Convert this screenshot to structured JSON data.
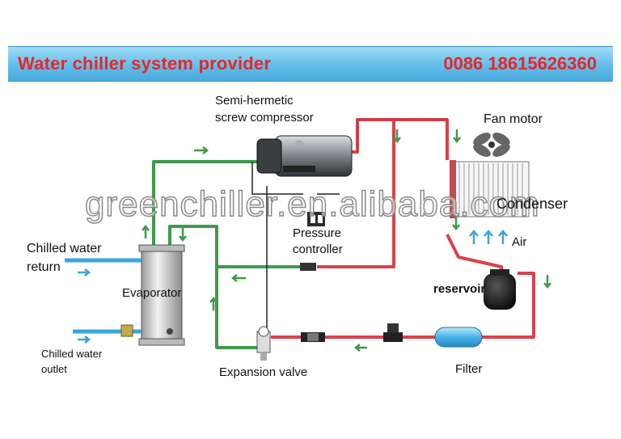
{
  "banner": {
    "title": "Water chiller system provider",
    "phone": "0086 18615626360"
  },
  "labels": {
    "compressor_line1": "Semi-hermetic",
    "compressor_line2": "screw compressor",
    "fan_motor": "Fan motor",
    "condenser": "Condenser",
    "air": "Air",
    "pressure_line1": "Pressure",
    "pressure_line2": "controller",
    "chilled_return_line1": "Chilled water",
    "chilled_return_line2": "return",
    "evaporator": "Evaporator",
    "reservoir": "reservoir",
    "chilled_outlet_line1": "Chilled water",
    "chilled_outlet_line2": "outlet",
    "expansion_valve": "Expansion valve",
    "filter": "Filter"
  },
  "watermark": "greenchiller.en.alibaba.com",
  "colors": {
    "banner_text": "#e8262a",
    "refrigerant_hot": "#d9424c",
    "refrigerant_cold": "#3f9a4a",
    "water": "#3aa6dc"
  }
}
